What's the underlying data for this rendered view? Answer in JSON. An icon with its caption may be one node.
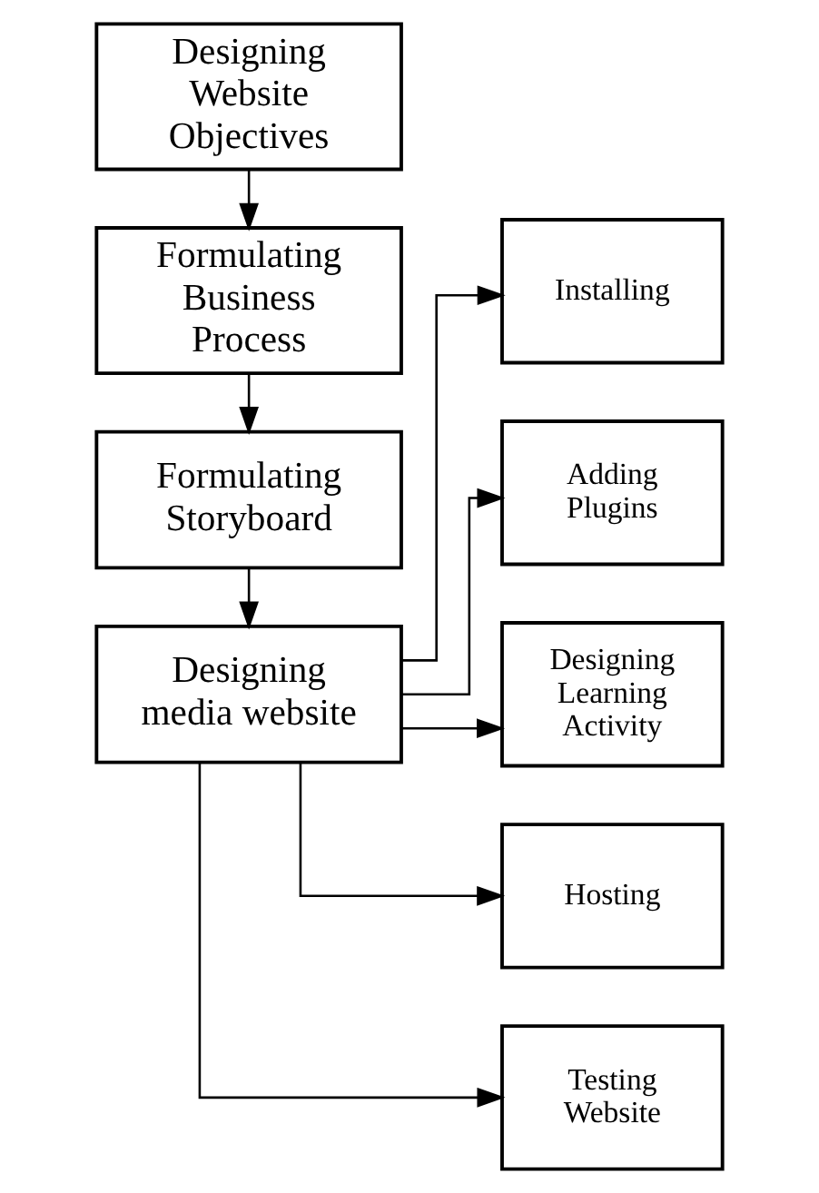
{
  "diagram": {
    "nodes": [
      {
        "text": [
          "Designing Website Objectives"
        ]
      },
      {
        "text": [
          "Formulating Business Process"
        ]
      },
      {
        "text": [
          "Formulating Storyboard"
        ]
      },
      {
        "text": [
          "Designing media website"
        ]
      },
      {
        "text": [
          "Installing"
        ]
      },
      {
        "text": [
          "Adding Plugins"
        ]
      },
      {
        "text": [
          "Designing Learning Activity"
        ]
      },
      {
        "text": [
          "Hosting"
        ]
      },
      {
        "text": [
          "Testing Website"
        ]
      }
    ],
    "edges": [
      {
        "from": 0,
        "to": 1,
        "arrow": "to"
      },
      {
        "from": 1,
        "to": 2,
        "arrow": "to"
      },
      {
        "from": 2,
        "to": 3,
        "arrow": "to"
      },
      {
        "from": 3,
        "to": 4,
        "arrow": "to"
      },
      {
        "from": 3,
        "to": 5,
        "arrow": "to"
      },
      {
        "from": 3,
        "to": 6,
        "arrow": "to"
      },
      {
        "from": 3,
        "to": 7,
        "arrow": "to"
      },
      {
        "from": 3,
        "to": 8,
        "arrow": "to"
      }
    ]
  }
}
